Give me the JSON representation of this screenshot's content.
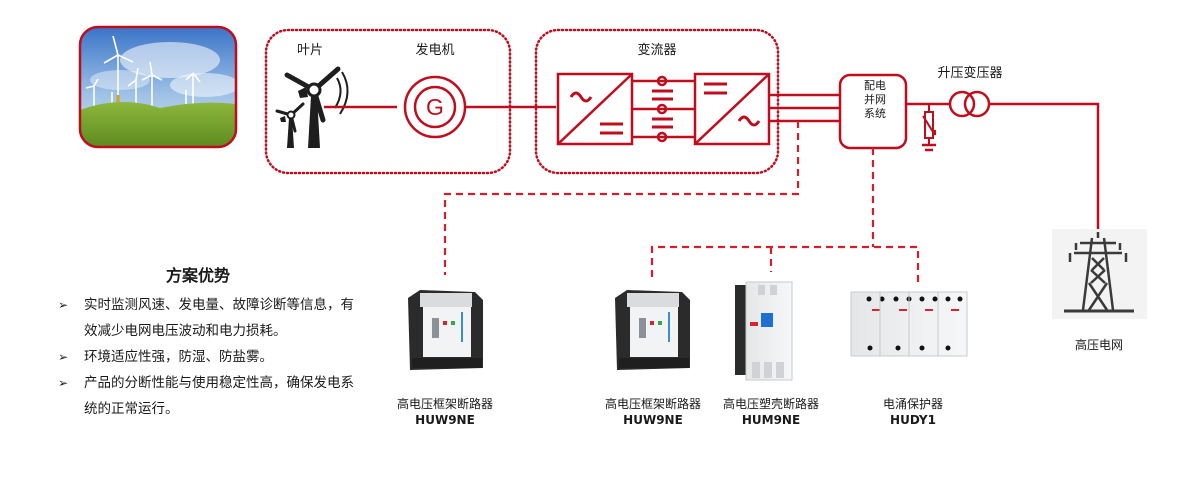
{
  "colors": {
    "accent": "#c00d1e",
    "dashed": "#d11f2b",
    "text": "#1a1a1a",
    "tower": "#3a3a3a"
  },
  "diagram": {
    "blade_label": "叶片",
    "generator_label": "发电机",
    "generator_symbol": "G",
    "converter_label": "变流器",
    "converter_ac_symbol": "~",
    "grid_system_lines": [
      "配电",
      "并网",
      "系统"
    ],
    "transformer_label": "升压变压器",
    "grid_label": "高压电网"
  },
  "products": [
    {
      "name": "高电压框架断路器",
      "model": "HUW9NE",
      "icon": "frame-breaker-image"
    },
    {
      "name": "高电压框架断路器",
      "model": "HUW9NE",
      "icon": "frame-breaker-image"
    },
    {
      "name": "高电压塑壳断路器",
      "model": "HUM9NE",
      "icon": "mccb-image"
    },
    {
      "name": "电涌保护器",
      "model": "HUDY1",
      "icon": "spd-image"
    }
  ],
  "advantages": {
    "title": "方案优势",
    "bullet": "➢",
    "items": [
      "实时监测风速、发电量、故障诊断等信息，有效减少电网电压波动和电力损耗。",
      "环境适应性强，防湿、防盐雾。",
      "产品的分断性能与使用稳定性高，确保发电系统的正常运行。"
    ]
  }
}
